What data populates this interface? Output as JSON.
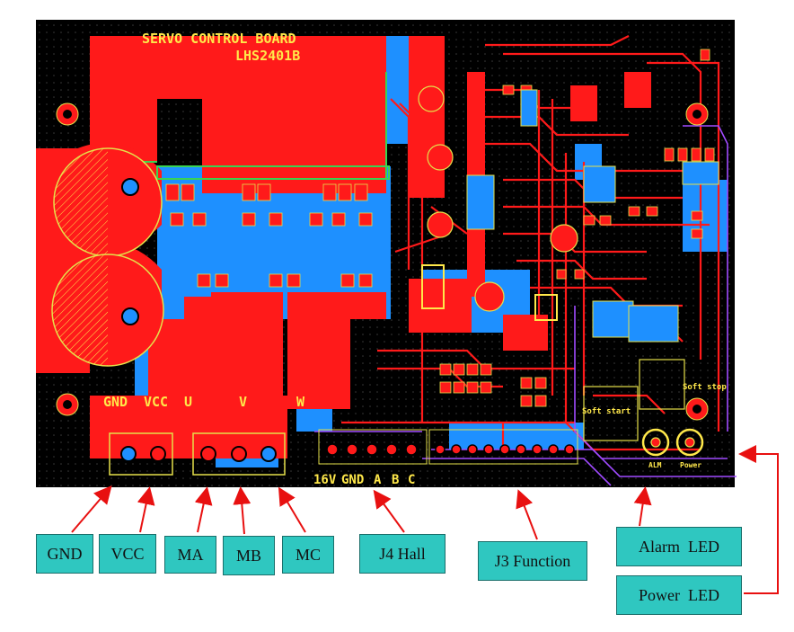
{
  "board": {
    "title": "SERVO CONTROL BOARD",
    "model": "LHS2401B",
    "power_labels": [
      "GND",
      "VCC",
      "U",
      "V",
      "W"
    ],
    "header_labels": [
      "16V",
      "GND",
      "A",
      "B",
      "C"
    ],
    "function_labels": [
      "Soft start",
      "Soft stop"
    ],
    "led_labels": [
      "ALM",
      "Power"
    ]
  },
  "callouts": {
    "gnd": "GND",
    "vcc": "VCC",
    "ma": "MA",
    "mb": "MB",
    "mc": "MC",
    "j4": "J4 Hall",
    "j3": "J3 Function",
    "alarm_led": "Alarm  LED",
    "power_led": "Power  LED"
  },
  "colors": {
    "board": "#000000",
    "copper_top": "#ff1a1a",
    "copper_bottom": "#1e90ff",
    "silkscreen": "#ffe84a",
    "callout_fill": "#2fc7c0",
    "arrow": "#e81010"
  }
}
